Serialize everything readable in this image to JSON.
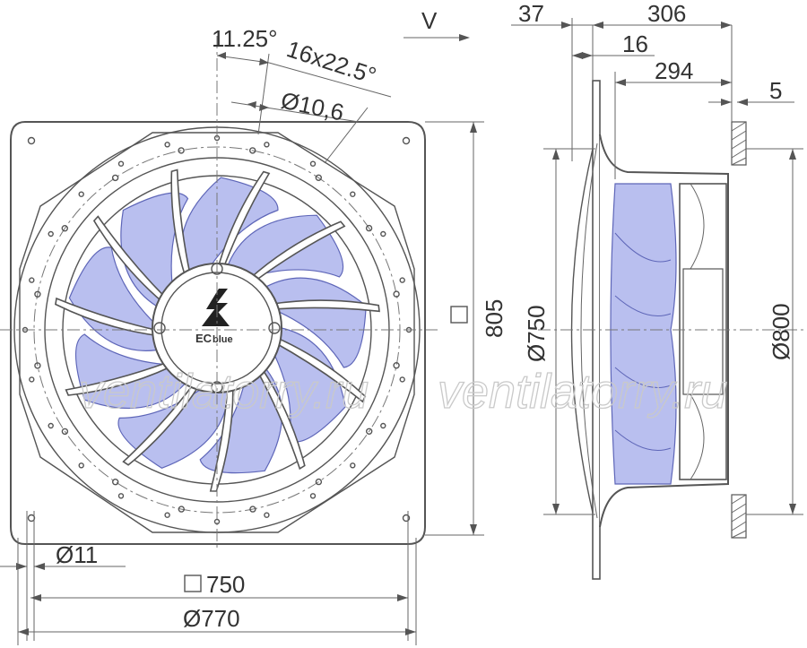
{
  "dimensions": {
    "hole_angle": "11.25°",
    "hole_pattern": "16x22.5°",
    "hole_pitch_diameter": "Ø10,6",
    "mount_hole_diameter": "Ø11",
    "frame_square": "805",
    "bolt_square": "750",
    "outer_diameter": "Ø770",
    "airflow_direction": "V",
    "overall_depth_top": "37",
    "overall_depth": "306",
    "flange_thickness": "16",
    "impeller_depth": "294",
    "wall_offset": "5",
    "venturi_diameter": "Ø750",
    "wall_opening_diameter": "Ø800"
  },
  "logo": {
    "brand_suffix": "blue",
    "brand_prefix": "EC"
  },
  "watermark": {
    "left": "ventilatorry.ru",
    "right": "ventilatorry.ru"
  },
  "colors": {
    "blade_fill": "#b9bfef",
    "blade_stroke": "#5e66b8",
    "line": "#555555"
  }
}
